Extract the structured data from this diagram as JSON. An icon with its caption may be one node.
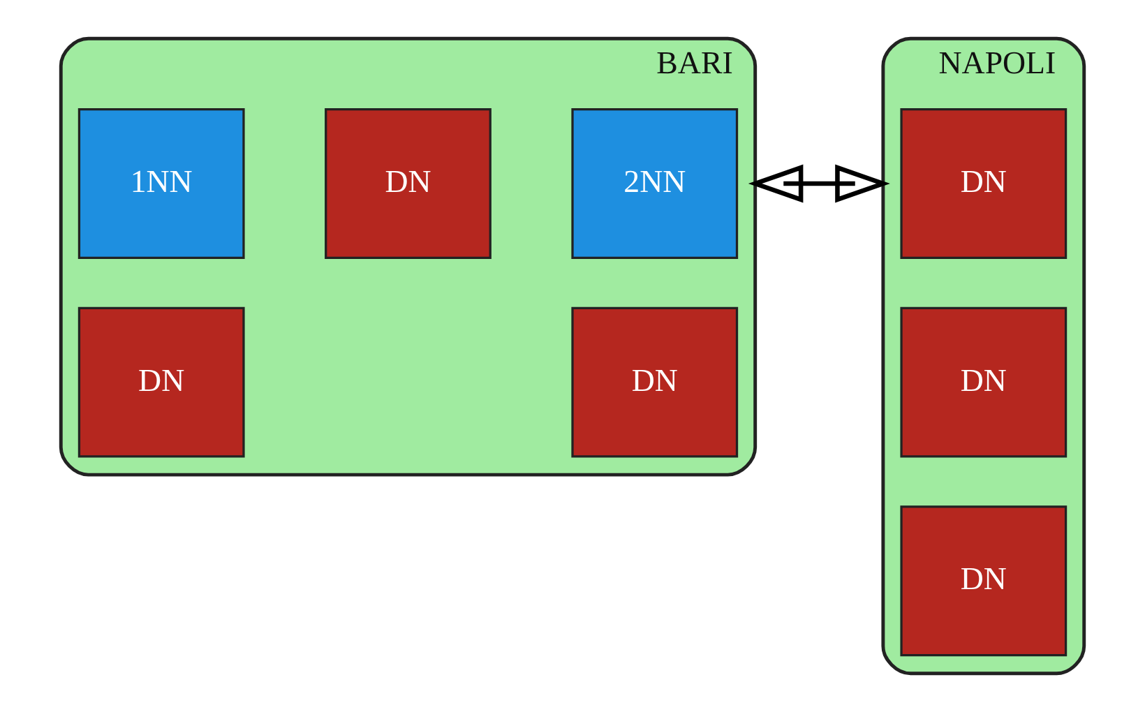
{
  "diagram": {
    "nodes": [
      {
        "text": [
          "BARI"
        ]
      },
      {
        "text": [
          "2NN"
        ],
        "in": 0
      },
      {
        "text": [
          "DN"
        ],
        "in": 0
      },
      {
        "text": [
          "DN"
        ],
        "in": 0
      },
      {
        "text": [
          "1NN"
        ],
        "in": 0
      },
      {
        "text": [
          "DN"
        ],
        "in": 0
      },
      {
        "text": [
          "NAPOLI"
        ]
      },
      {
        "text": [
          "DN"
        ],
        "in": 6
      },
      {
        "text": [
          "DN"
        ],
        "in": 6
      },
      {
        "text": [
          "DN"
        ],
        "in": 6
      }
    ],
    "edges": [
      {
        "from": 0,
        "to": 6,
        "arrow": "both"
      }
    ]
  }
}
